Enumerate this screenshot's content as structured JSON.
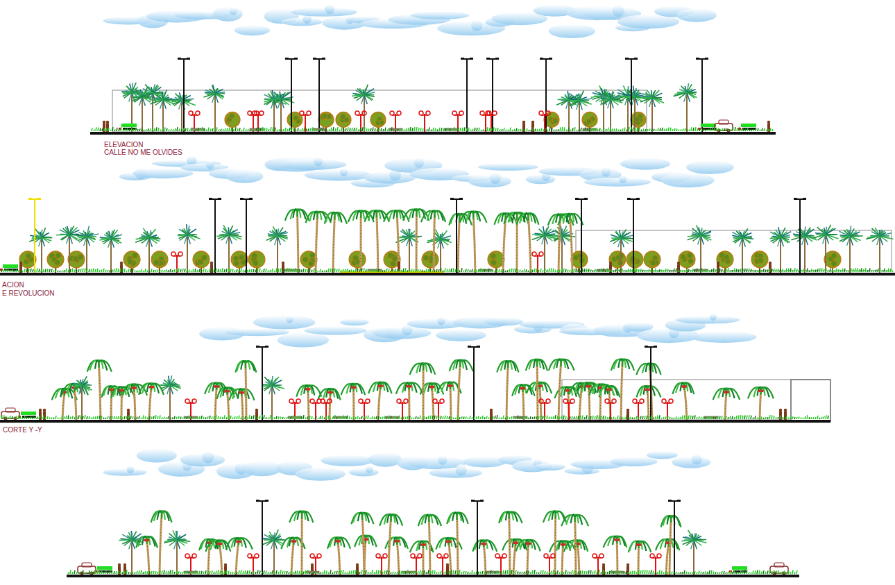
{
  "diagram": {
    "labels": [
      "ELEVACION",
      "CALLE NO ME OLVIDES",
      "ACION",
      "E REVOLUCION",
      "CORTE Y -Y"
    ]
  }
}
